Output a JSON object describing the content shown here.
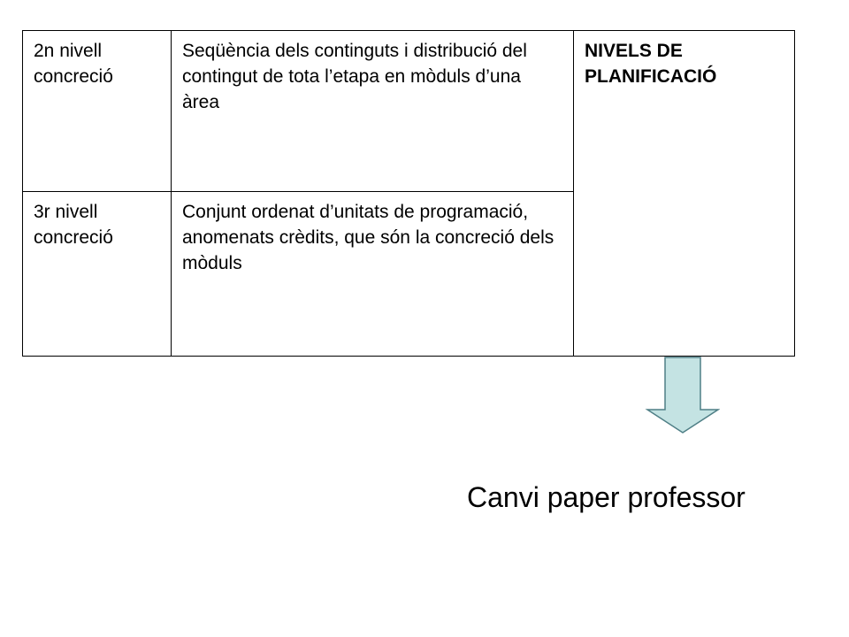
{
  "table": {
    "rows": [
      {
        "label": "2n nivell concreció",
        "description": "Seqüència dels continguts i distribució del contingut de tota l’etapa en mòduls d’una àrea"
      },
      {
        "label": "3r nivell concreció",
        "description": "Conjunt ordenat d’unitats de programació, anomenats crèdits, que són la concreció dels mòduls"
      }
    ],
    "merged_label_line1": "NIVELS DE",
    "merged_label_line2": "PLANIFICACIÓ"
  },
  "arrow": {
    "icon": "down-arrow-icon",
    "fill_color": "#c4e3e3",
    "stroke_color": "#4f7f86"
  },
  "caption": "Canvi paper professor"
}
